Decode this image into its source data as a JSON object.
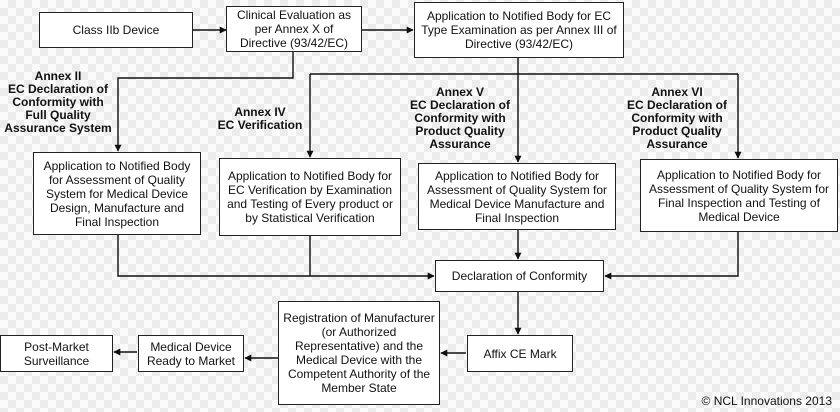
{
  "boxes": {
    "class_iib": "Class IIb Device",
    "clinical_eval": "Clinical Evaluation as per Annex X of Directive (93/42/EC)",
    "type_exam": "Application to Notified Body for EC Type Examination as per Annex III of Directive (93/42/EC)",
    "full_qa": "Application to Notified Body for Assessment of Quality System for Medical Device Design, Manufacture and Final Inspection",
    "ec_verif": "Application to Notified Body for EC Verification by Examination and Testing of Every product or by Statistical Verification",
    "product_qa_v": "Application to Notified Body for Assessment of Quality System for Medical Device Manufacture and Final Inspection",
    "product_qa_vi": "Application to Notified Body for Assessment of Quality System for Final Inspection and Testing of Medical Device",
    "declaration": "Declaration of Conformity",
    "affix_ce": "Affix CE Mark",
    "registration": "Registration of Manufacturer (or Authorized Representative) and the Medical Device with the Competent Authority of the Member State",
    "ready_market": "Medical Device Ready to Market",
    "post_market": "Post-Market Surveillance"
  },
  "labels": {
    "annex_ii": "Annex II\nEC Declaration of\nConformity with\nFull Quality\nAssurance System",
    "annex_iv": "Annex IV\nEC Verification",
    "annex_v": "Annex V\nEC Declaration of\nConformity with\nProduct Quality\nAssurance",
    "annex_vi": "Annex VI\nEC Declaration of\nConformity with\nProduct Quality\nAssurance"
  },
  "copyright": "© NCL Innovations 2013"
}
